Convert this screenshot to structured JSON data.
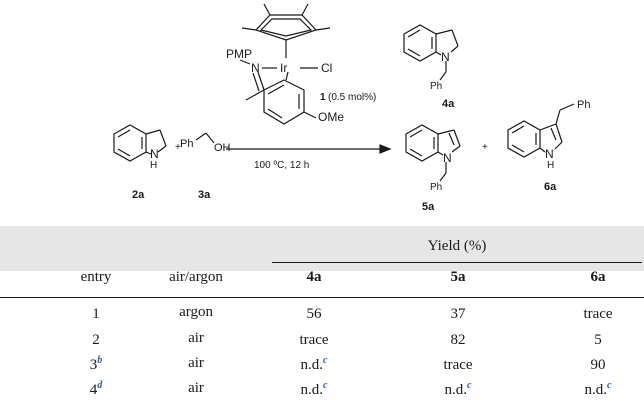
{
  "scheme": {
    "catalyst": {
      "pmp": "PMP",
      "n": "N",
      "ir": "Ir",
      "cl": "Cl",
      "ome": "OMe",
      "label": "1",
      "loading": "(0.5 mol%)"
    },
    "conditions": "100 ºC, 12 h",
    "reactants": [
      {
        "label": "2a",
        "nh": "N",
        "h": "H"
      },
      {
        "label": "3a",
        "ph": "Ph",
        "oh": "OH"
      }
    ],
    "plus": "+",
    "products": [
      {
        "label": "4a",
        "n": "N",
        "ph": "Ph"
      },
      {
        "label": "5a",
        "n": "N",
        "ph": "Ph"
      },
      {
        "label": "6a",
        "n": "N",
        "h": "H",
        "ph": "Ph"
      }
    ]
  },
  "table": {
    "header_group": "Yield (%)",
    "columns": [
      "entry",
      "air/argon",
      "4a",
      "5a",
      "6a"
    ],
    "rows": [
      {
        "entry": "1",
        "entry_note": "",
        "atm": "argon",
        "c4a": "56",
        "c4a_note": "",
        "c5a": "37",
        "c5a_note": "",
        "c6a": "trace",
        "c6a_note": ""
      },
      {
        "entry": "2",
        "entry_note": "",
        "atm": "air",
        "c4a": "trace",
        "c4a_note": "",
        "c5a": "82",
        "c5a_note": "",
        "c6a": "5",
        "c6a_note": ""
      },
      {
        "entry": "3",
        "entry_note": "b",
        "atm": "air",
        "c4a": "n.d.",
        "c4a_note": "c",
        "c5a": "trace",
        "c5a_note": "",
        "c6a": "90",
        "c6a_note": ""
      },
      {
        "entry": "4",
        "entry_note": "d",
        "atm": "air",
        "c4a": "n.d.",
        "c4a_note": "c",
        "c5a": "n.d.",
        "c5a_note": "c",
        "c6a": "n.d.",
        "c6a_note": "c"
      }
    ]
  }
}
